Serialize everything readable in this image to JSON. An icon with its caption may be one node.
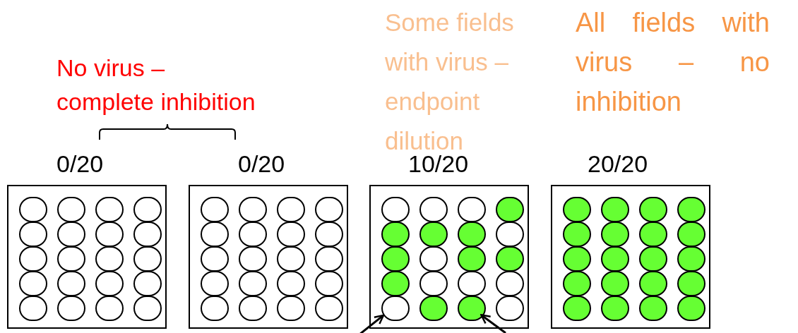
{
  "diagram": {
    "nodes": [
      {
        "text": [
          "0/20"
        ]
      },
      {
        "text": [],
        "shape": "circle",
        "in": 0
      },
      {
        "text": [],
        "shape": "circle",
        "in": 0
      },
      {
        "text": [],
        "shape": "circle",
        "in": 0
      },
      {
        "text": [],
        "shape": "circle",
        "in": 0
      },
      {
        "text": [],
        "shape": "circle",
        "in": 0
      },
      {
        "text": [],
        "shape": "circle",
        "in": 0
      },
      {
        "text": [],
        "shape": "circle",
        "in": 0
      },
      {
        "text": [],
        "shape": "circle",
        "in": 0
      },
      {
        "text": [],
        "shape": "circle",
        "in": 0
      },
      {
        "text": [],
        "shape": "circle",
        "in": 0
      },
      {
        "text": [],
        "shape": "circle",
        "in": 0
      },
      {
        "text": [],
        "shape": "circle",
        "in": 0
      },
      {
        "text": [],
        "shape": "circle",
        "in": 0
      },
      {
        "text": [],
        "shape": "circle",
        "in": 0
      },
      {
        "text": [],
        "shape": "circle",
        "in": 0
      },
      {
        "text": [],
        "shape": "circle",
        "in": 0
      },
      {
        "text": [],
        "shape": "circle",
        "in": 0
      },
      {
        "text": [],
        "shape": "circle",
        "in": 0
      },
      {
        "text": [],
        "shape": "circle",
        "in": 0
      },
      {
        "text": [],
        "shape": "circle",
        "in": 0
      },
      {
        "text": [
          "0/20"
        ]
      },
      {
        "text": [],
        "shape": "circle",
        "in": 21
      },
      {
        "text": [],
        "shape": "circle",
        "in": 21
      },
      {
        "text": [],
        "shape": "circle",
        "in": 21
      },
      {
        "text": [],
        "shape": "circle",
        "in": 21
      },
      {
        "text": [],
        "shape": "circle",
        "in": 21
      },
      {
        "text": [],
        "shape": "circle",
        "in": 21
      },
      {
        "text": [],
        "shape": "circle",
        "in": 21
      },
      {
        "text": [],
        "shape": "circle",
        "in": 21
      },
      {
        "text": [],
        "shape": "circle",
        "in": 21
      },
      {
        "text": [],
        "shape": "circle",
        "in": 21
      },
      {
        "text": [],
        "shape": "circle",
        "in": 21
      },
      {
        "text": [],
        "shape": "circle",
        "in": 21
      },
      {
        "text": [],
        "shape": "circle",
        "in": 21
      },
      {
        "text": [],
        "shape": "circle",
        "in": 21
      },
      {
        "text": [],
        "shape": "circle",
        "in": 21
      },
      {
        "text": [],
        "shape": "circle",
        "in": 21
      },
      {
        "text": [],
        "shape": "circle",
        "in": 21
      },
      {
        "text": [],
        "shape": "circle",
        "in": 21
      },
      {
        "text": [],
        "shape": "circle",
        "in": 21
      },
      {
        "text": [],
        "shape": "circle",
        "in": 21
      },
      {
        "text": [
          "10/20"
        ],
        "beside": [
          "Some fields with virus – endpoint dilution"
        ]
      },
      {
        "text": [],
        "shape": "circle",
        "in": 42
      },
      {
        "text": [],
        "shape": "circle",
        "in": 42
      },
      {
        "text": [],
        "shape": "circle",
        "in": 42
      },
      {
        "text": [],
        "shape": "disc",
        "in": 42
      },
      {
        "text": [],
        "shape": "disc",
        "in": 42
      },
      {
        "text": [],
        "shape": "disc",
        "in": 42
      },
      {
        "text": [],
        "shape": "disc",
        "in": 42
      },
      {
        "text": [],
        "shape": "circle",
        "in": 42
      },
      {
        "text": [],
        "shape": "disc",
        "in": 42
      },
      {
        "text": [],
        "shape": "circle",
        "in": 42
      },
      {
        "text": [],
        "shape": "disc",
        "in": 42
      },
      {
        "text": [],
        "shape": "disc",
        "in": 42
      },
      {
        "text": [],
        "shape": "disc",
        "in": 42
      },
      {
        "text": [],
        "shape": "circle",
        "in": 42
      },
      {
        "text": [],
        "shape": "circle",
        "in": 42
      },
      {
        "text": [],
        "shape": "circle",
        "in": 42
      },
      {
        "text": [],
        "shape": "circle",
        "in": 42
      },
      {
        "text": [],
        "shape": "disc",
        "in": 42
      },
      {
        "text": [],
        "shape": "disc",
        "in": 42
      },
      {
        "text": [],
        "shape": "circle",
        "in": 42
      },
      {
        "text": [
          "20/20"
        ],
        "beside": [
          "All fields with virus – no inhibition"
        ]
      },
      {
        "text": [],
        "shape": "disc",
        "in": 63
      },
      {
        "text": [],
        "shape": "disc",
        "in": 63
      },
      {
        "text": [],
        "shape": "disc",
        "in": 63
      },
      {
        "text": [],
        "shape": "disc",
        "in": 63
      },
      {
        "text": [],
        "shape": "disc",
        "in": 63
      },
      {
        "text": [],
        "shape": "disc",
        "in": 63
      },
      {
        "text": [],
        "shape": "disc",
        "in": 63
      },
      {
        "text": [],
        "shape": "disc",
        "in": 63
      },
      {
        "text": [],
        "shape": "disc",
        "in": 63
      },
      {
        "text": [],
        "shape": "disc",
        "in": 63
      },
      {
        "text": [],
        "shape": "disc",
        "in": 63
      },
      {
        "text": [],
        "shape": "disc",
        "in": 63
      },
      {
        "text": [],
        "shape": "disc",
        "in": 63
      },
      {
        "text": [],
        "shape": "disc",
        "in": 63
      },
      {
        "text": [],
        "shape": "disc",
        "in": 63
      },
      {
        "text": [],
        "shape": "disc",
        "in": 63
      },
      {
        "text": [],
        "shape": "disc",
        "in": 63
      },
      {
        "text": [],
        "shape": "disc",
        "in": 63
      },
      {
        "text": [],
        "shape": "disc",
        "in": 63
      },
      {
        "text": [],
        "shape": "disc",
        "in": 63
      }
    ],
    "edges": [
      {
        "from": null,
        "to": 59,
        "arrow": "to"
      },
      {
        "from": null,
        "to": 61,
        "arrow": "to"
      }
    ],
    "labels": [
      "No virus – complete inhibition"
    ]
  }
}
